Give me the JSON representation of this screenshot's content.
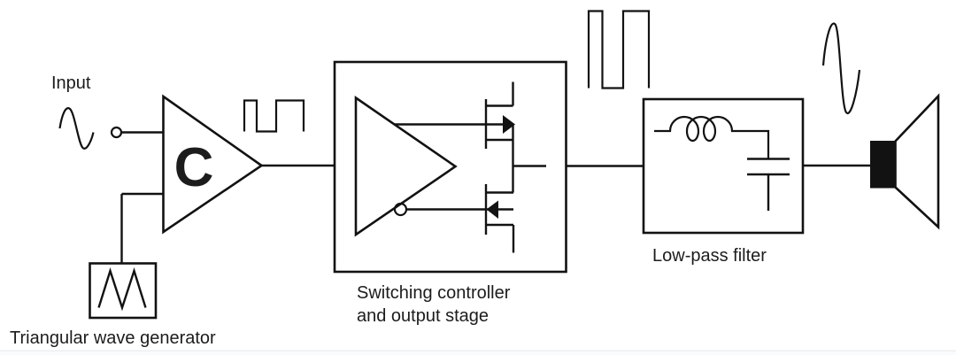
{
  "colors": {
    "stroke": "#121212",
    "text": "#1c1c1c",
    "background": "#ffffff",
    "footer_strip": "#fafbfc",
    "footer_line": "#e7eaee"
  },
  "blocks": {
    "input": {
      "label": "Input"
    },
    "comparator": {
      "symbol": "C"
    },
    "triangular_wave_generator": {
      "label": "Triangular wave generator"
    },
    "switching_stage": {
      "label_line1": "Switching controller",
      "label_line2": "and output stage"
    },
    "low_pass_filter": {
      "label": "Low-pass filter"
    }
  },
  "icons": {
    "input_waveform": "sine-wave",
    "comparator_output_waveform": "pwm-square-wave",
    "stage_output_waveform": "pwm-square-wave",
    "filter_output_waveform": "sine-wave",
    "output_device": "speaker"
  }
}
